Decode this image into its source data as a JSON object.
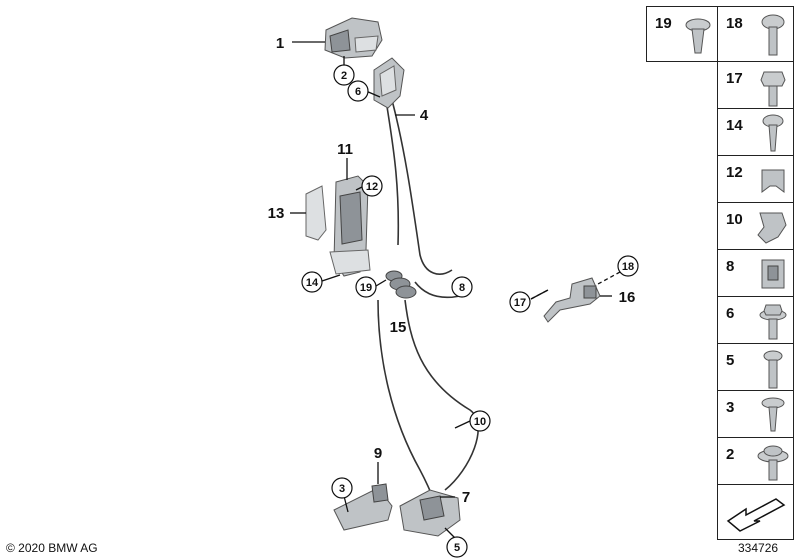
{
  "callouts": {
    "c1": "1",
    "c2": "2",
    "c3": "3",
    "c4": "4",
    "c5": "5",
    "c6": "6",
    "c7": "7",
    "c8": "8",
    "c9": "9",
    "c10": "10",
    "c11": "11",
    "c12": "12",
    "c13": "13",
    "c14": "14",
    "c15": "15",
    "c16": "16",
    "c17": "17",
    "c18": "18",
    "c19": "19"
  },
  "panel": [
    {
      "label": "19",
      "icon": "push-rivet-icon"
    },
    {
      "label": "18",
      "icon": "torx-screw-icon"
    },
    {
      "label": "17",
      "icon": "hex-bolt-icon"
    },
    {
      "label": "14",
      "icon": "pan-screw-icon"
    },
    {
      "label": "12",
      "icon": "clip-nut-icon"
    },
    {
      "label": "10",
      "icon": "cable-clip-icon"
    },
    {
      "label": "8",
      "icon": "spring-nut-icon"
    },
    {
      "label": "6",
      "icon": "flange-bolt-icon"
    },
    {
      "label": "5",
      "icon": "torx-bolt-icon"
    },
    {
      "label": "3",
      "icon": "countersunk-screw-icon"
    },
    {
      "label": "2",
      "icon": "washer-screw-icon"
    }
  ],
  "footer": {
    "copyright": "© 2020 BMW AG",
    "drawing_id": "334726"
  }
}
